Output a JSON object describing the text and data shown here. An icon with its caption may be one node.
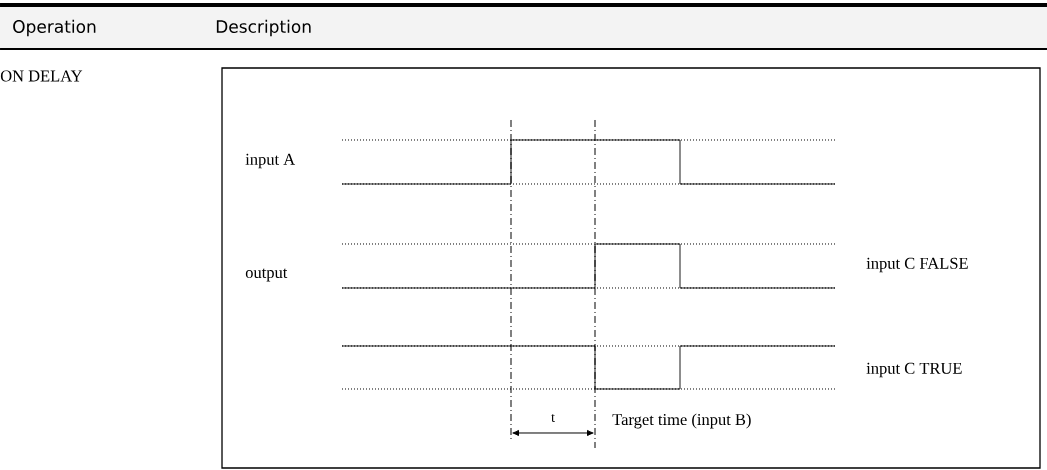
{
  "diagram": {
    "labels": [
      "Operation",
      "Description",
      "ON DELAY",
      "input A",
      "output",
      "input C FALSE",
      "input C TRUE",
      "t",
      "Target time (input B)"
    ]
  }
}
